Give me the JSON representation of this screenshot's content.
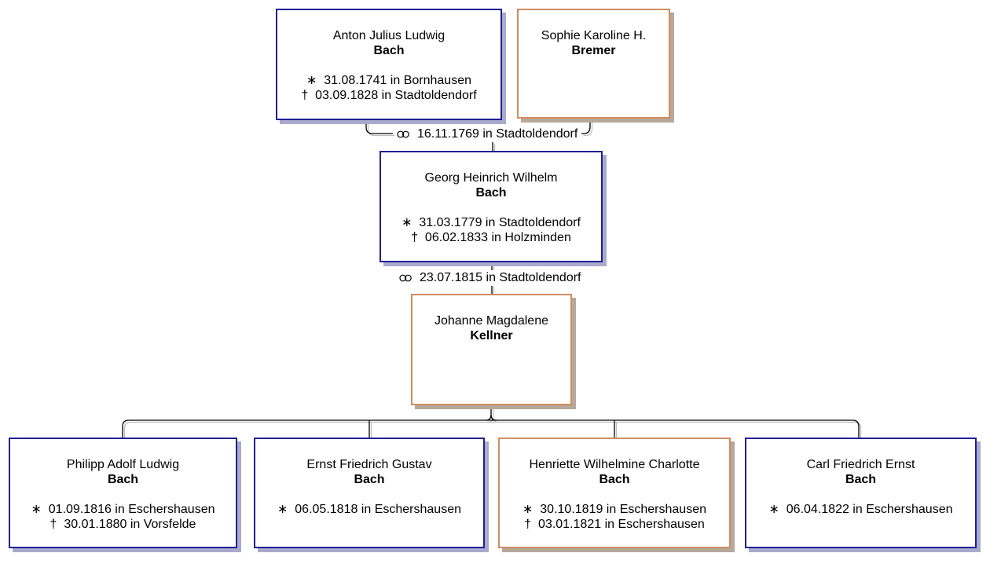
{
  "colors": {
    "male_border": "#1f1f96",
    "female_border": "#cf8d5e",
    "male_shadow": "#aaaacd",
    "female_shadow": "#b7a89c",
    "line": "#000000",
    "line_shadow": "#bdbdbd",
    "text": "#000000",
    "background": "#ffffff"
  },
  "icons": {
    "marriage": "marriage-rings-icon (two interlocked wedding rings)",
    "birth_symbol": "∗",
    "death_symbol": "†"
  },
  "persons": {
    "anton": {
      "given": "Anton Julius Ludwig",
      "surname": "Bach",
      "birth": "∗  31.08.1741 in Bornhausen",
      "death": "†  03.09.1828 in Stadtoldendorf"
    },
    "sophie": {
      "given": "Sophie Karoline H.",
      "surname": "Bremer"
    },
    "georg": {
      "given": "Georg Heinrich Wilhelm",
      "surname": "Bach",
      "birth": "∗  31.03.1779 in Stadtoldendorf",
      "death": "†  06.02.1833 in Holzminden"
    },
    "johanne": {
      "given": "Johanne Magdalene",
      "surname": "Kellner"
    },
    "philipp": {
      "given": "Philipp Adolf Ludwig",
      "surname": "Bach",
      "birth": "∗  01.09.1816 in Eschershausen",
      "death": "†  30.01.1880 in Vorsfelde"
    },
    "ernst": {
      "given": "Ernst Friedrich Gustav",
      "surname": "Bach",
      "birth": "∗  06.05.1818 in Eschershausen"
    },
    "henriette": {
      "given": "Henriette Wilhelmine Charlotte",
      "surname": "Bach",
      "birth": "∗  30.10.1819 in Eschershausen",
      "death": "†  03.01.1821 in Eschershausen"
    },
    "carl": {
      "given": "Carl Friedrich Ernst",
      "surname": "Bach",
      "birth": "∗  06.04.1822 in Eschershausen"
    }
  },
  "marriages": {
    "first": {
      "label": "16.11.1769 in Stadtoldendorf"
    },
    "second": {
      "label": "23.07.1815 in Stadtoldendorf"
    }
  }
}
